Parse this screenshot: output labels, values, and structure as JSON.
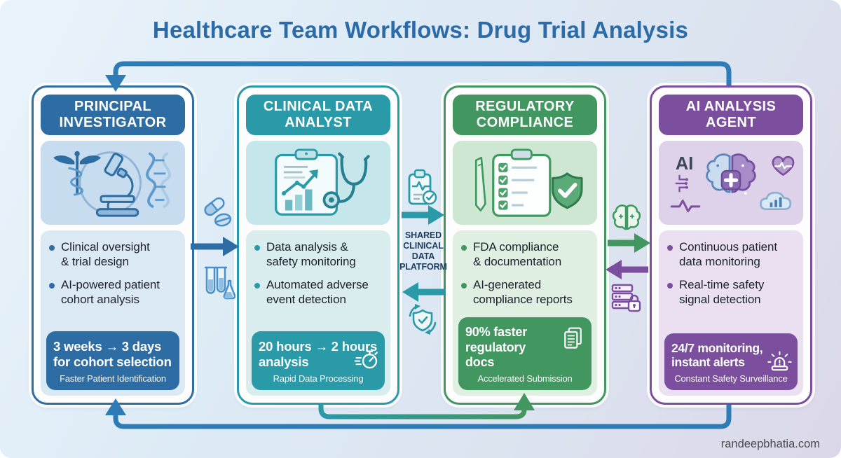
{
  "page": {
    "title": "Healthcare Team Workflows: Drug Trial Analysis",
    "title_color": "#2b6ba8",
    "watermark": "randeepbhatia.com"
  },
  "platform_label": "SHARED\nCLINICAL\nDATA\nPLATFORM",
  "columns": [
    {
      "id": "principal-investigator",
      "title": "PRINCIPAL\nINVESTIGATOR",
      "accent": "#2e6da4",
      "illustration": "caduceus-microscope-dna",
      "bullets": [
        "Clinical oversight\n& trial design",
        "AI-powered patient\ncohort analysis"
      ],
      "stat": {
        "headline": "3 weeks → 3 days\nfor cohort selection",
        "caption": "Faster Patient Identification",
        "icon": ""
      }
    },
    {
      "id": "clinical-data-analyst",
      "title": "CLINICAL DATA\nANALYST",
      "accent": "#2a99a8",
      "illustration": "clipboard-chart-stethoscope",
      "bullets": [
        "Data analysis &\nsafety monitoring",
        "Automated adverse\nevent detection"
      ],
      "stat": {
        "headline": "20 hours → 2 hours\nanalysis",
        "caption": "Rapid Data Processing",
        "icon": "stopwatch-icon"
      }
    },
    {
      "id": "regulatory-compliance",
      "title": "REGULATORY\nCOMPLIANCE",
      "accent": "#41975f",
      "illustration": "checklist-pen-shield",
      "bullets": [
        "FDA compliance\n& documentation",
        "AI-generated\ncompliance reports"
      ],
      "stat": {
        "headline": "90% faster\nregulatory docs",
        "caption": "Accelerated Submission",
        "icon": "documents-icon"
      }
    },
    {
      "id": "ai-analysis-agent",
      "title": "AI ANALYSIS\nAGENT",
      "accent": "#7b4f9e",
      "illustration": "ai-brain-heart-cloud",
      "bullets": [
        "Continuous patient\ndata monitoring",
        "Real-time safety\nsignal detection"
      ],
      "stat": {
        "headline": "24/7 monitoring,\ninstant alerts",
        "caption": "Constant Safety Surveillance",
        "icon": "siren-icon"
      }
    }
  ],
  "connectors": {
    "top_feedback_arrow": {
      "from": "ai-analysis-agent",
      "to": "principal-investigator",
      "color": "#2e7cb5"
    },
    "bottom_feedback_arrow": {
      "from": "ai-analysis-agent",
      "to": "principal-investigator",
      "color": "#2e7cb5"
    },
    "bottom_mid_arrow": {
      "from": "clinical-data-analyst",
      "to": "regulatory-compliance",
      "colors": [
        "#2a99a8",
        "#41975f"
      ]
    },
    "between_1_2": {
      "arrow_color": "#2e6da4",
      "icons": [
        "pills-icon",
        "test-tubes-icon"
      ]
    },
    "between_2_3": {
      "arrow_colors": [
        "#2a99a8",
        "#2a99a8"
      ],
      "icons": [
        "clipboard-pulse-icon",
        "shield-sync-icon"
      ]
    },
    "between_3_4": {
      "arrow_colors": [
        "#41975f",
        "#7b4f9e"
      ],
      "icons": [
        "brain-icon",
        "server-lock-icon"
      ]
    }
  }
}
